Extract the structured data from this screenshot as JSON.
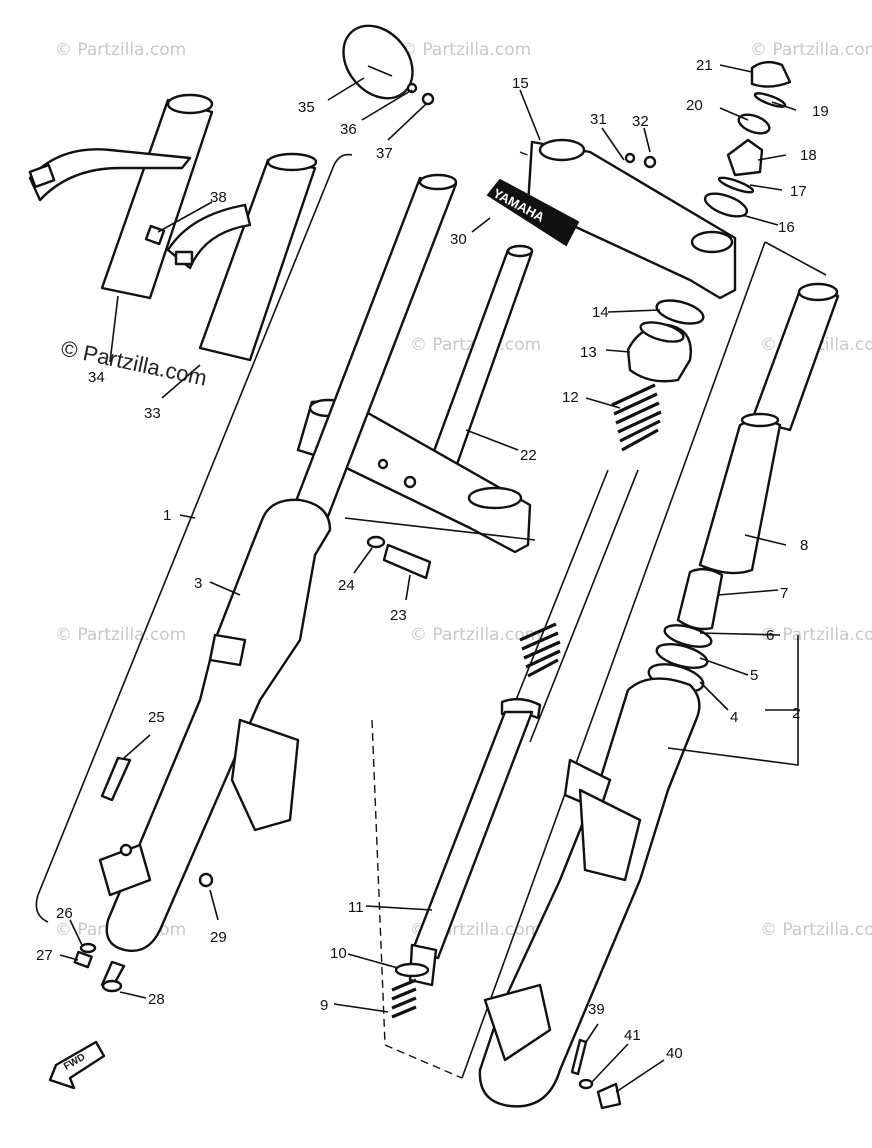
{
  "watermark": {
    "text": "© Partzilla.com"
  },
  "emblem": {
    "text": "YAMAHA"
  },
  "fwd_marker": {
    "text": "FWD"
  },
  "callouts": [
    {
      "number": "1"
    },
    {
      "number": "2"
    },
    {
      "number": "3"
    },
    {
      "number": "4"
    },
    {
      "number": "5"
    },
    {
      "number": "6"
    },
    {
      "number": "7"
    },
    {
      "number": "8"
    },
    {
      "number": "9"
    },
    {
      "number": "10"
    },
    {
      "number": "11"
    },
    {
      "number": "12"
    },
    {
      "number": "13"
    },
    {
      "number": "14"
    },
    {
      "number": "15"
    },
    {
      "number": "16"
    },
    {
      "number": "17"
    },
    {
      "number": "18"
    },
    {
      "number": "19"
    },
    {
      "number": "20"
    },
    {
      "number": "21"
    },
    {
      "number": "22"
    },
    {
      "number": "23"
    },
    {
      "number": "24"
    },
    {
      "number": "25"
    },
    {
      "number": "26"
    },
    {
      "number": "27"
    },
    {
      "number": "28"
    },
    {
      "number": "29"
    },
    {
      "number": "30"
    },
    {
      "number": "31"
    },
    {
      "number": "32"
    },
    {
      "number": "33"
    },
    {
      "number": "34"
    },
    {
      "number": "35"
    },
    {
      "number": "36"
    },
    {
      "number": "37"
    },
    {
      "number": "38"
    },
    {
      "number": "39"
    },
    {
      "number": "40"
    },
    {
      "number": "41"
    }
  ]
}
